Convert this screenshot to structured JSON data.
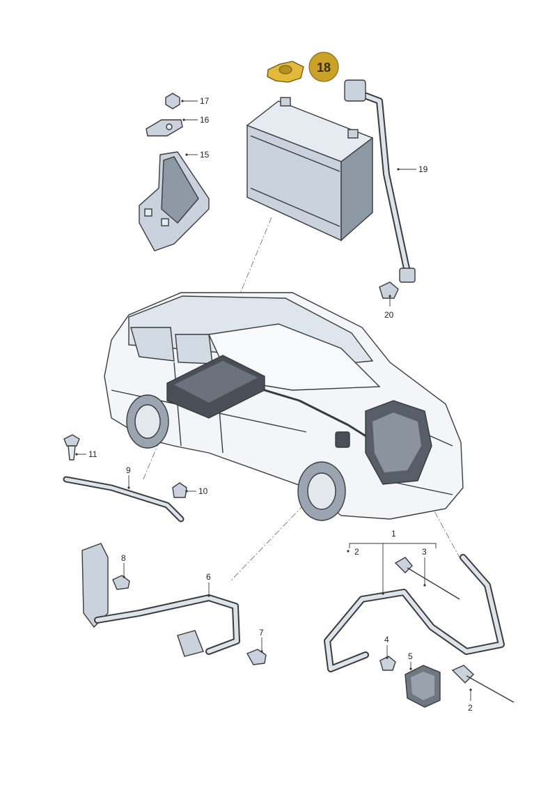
{
  "highlight": {
    "number": "18",
    "color": "#c9a227",
    "part_color": "#e2b93b"
  },
  "callouts": [
    {
      "id": "c17",
      "text": "17"
    },
    {
      "id": "c16",
      "text": "16"
    },
    {
      "id": "c15",
      "text": "15"
    },
    {
      "id": "c19",
      "text": "19"
    },
    {
      "id": "c20",
      "text": "20"
    },
    {
      "id": "c11",
      "text": "11"
    },
    {
      "id": "c9",
      "text": "9"
    },
    {
      "id": "c10",
      "text": "10"
    },
    {
      "id": "c8",
      "text": "8"
    },
    {
      "id": "c6",
      "text": "6"
    },
    {
      "id": "c7",
      "text": "7"
    },
    {
      "id": "c1",
      "text": "1"
    },
    {
      "id": "c2a",
      "text": "2"
    },
    {
      "id": "c3",
      "text": "3"
    },
    {
      "id": "c4",
      "text": "4"
    },
    {
      "id": "c5",
      "text": "5"
    },
    {
      "id": "c2b",
      "text": "2"
    }
  ]
}
